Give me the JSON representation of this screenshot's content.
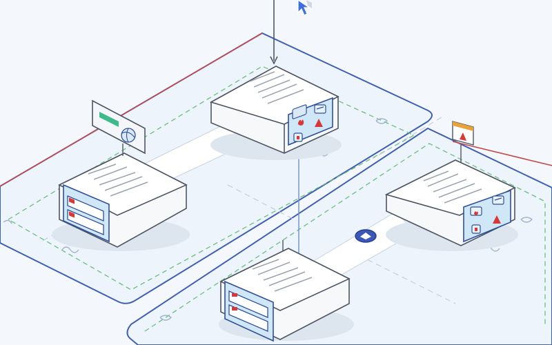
{
  "diagram": {
    "nodes": [
      {
        "id": "node-top-center",
        "role": "central-server",
        "status_icons": [
          "fire-icon",
          "warning-icon",
          "lock-icon"
        ]
      },
      {
        "id": "node-left",
        "role": "server",
        "status_icons": [
          "server-rack-icon",
          "server-rack-icon"
        ]
      },
      {
        "id": "node-right",
        "role": "server",
        "status_icons": [
          "fire-icon",
          "warning-icon",
          "lock-icon"
        ]
      },
      {
        "id": "node-bottom",
        "role": "server",
        "status_icons": [
          "server-rack-icon",
          "server-rack-icon"
        ]
      }
    ],
    "links": [
      {
        "from": "node-top-center",
        "to": "node-left"
      },
      {
        "from": "node-right",
        "to": "node-bottom"
      },
      {
        "from": "node-top-center",
        "to": "node-bottom",
        "style": "thin-vertical"
      }
    ],
    "callouts": [
      {
        "attached_to": "node-left",
        "icon": "globe-network-icon"
      },
      {
        "attached_to": "node-right",
        "icon": "alert-window-icon"
      }
    ],
    "connector_badge": {
      "icon": "bird-emblem-icon",
      "between": [
        "node-right",
        "node-bottom"
      ]
    },
    "pointer": {
      "icon": "mouse-cursor-icon"
    }
  },
  "colors": {
    "background": "#f4f7fb",
    "zone_fill": "#eef4fb",
    "zone_outline_blue": "#3f5fb0",
    "zone_outline_red": "#c44a4a",
    "zone_dash_green": "#6abf7a",
    "node_body": "#f7f8fa",
    "node_outline": "#4d5563",
    "screen_fill": "#cfe7f7",
    "screen_outline": "#2f4e9a",
    "alert_red": "#d43a3a",
    "badge_blue": "#3c58b6"
  }
}
